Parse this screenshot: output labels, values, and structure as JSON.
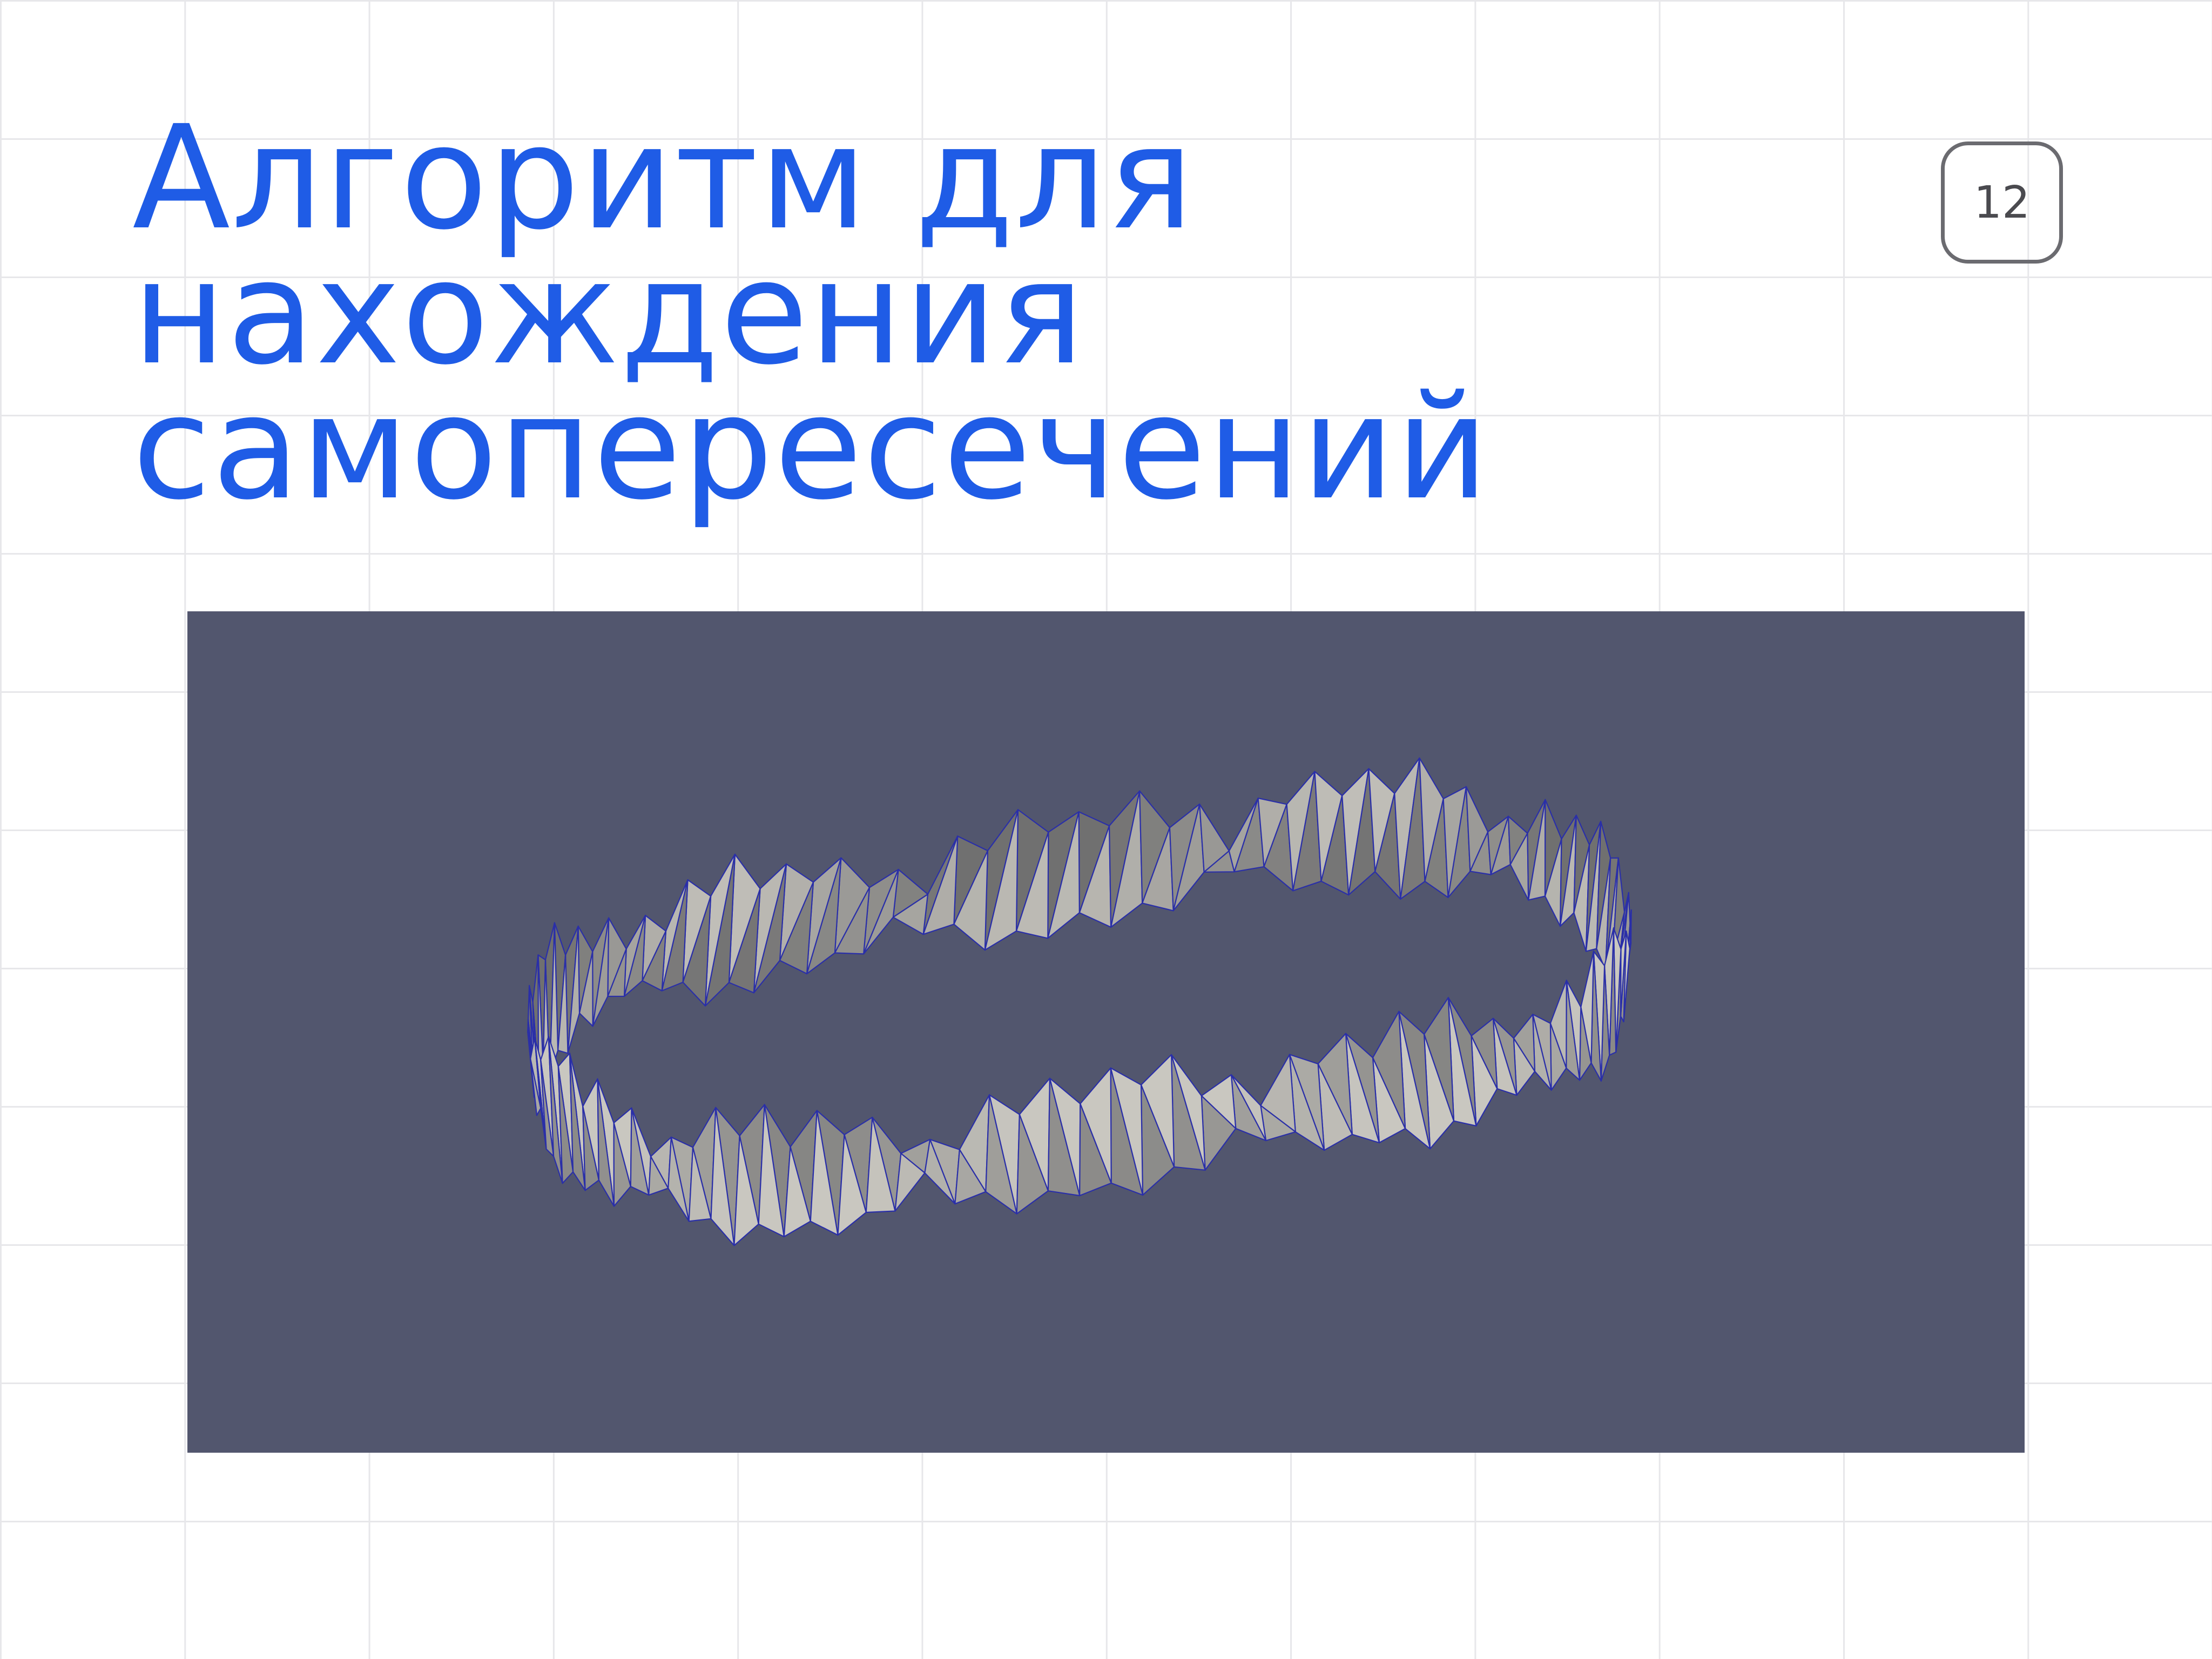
{
  "slide": {
    "title_line1": "Алгоритм для нахождения",
    "title_line2": "самопересечений",
    "page_number": "12"
  },
  "render": {
    "subject": "twisted triangulated ribbon (self-intersecting mesh)",
    "background_color": "#52566e",
    "edge_color": "#2a2fa8",
    "face_light": "#c9c7c0",
    "face_dark": "#7a7a7a"
  }
}
